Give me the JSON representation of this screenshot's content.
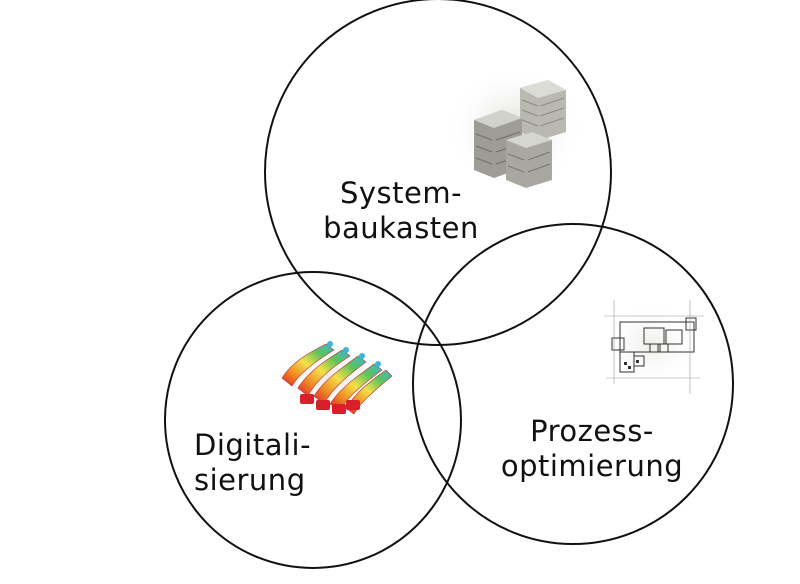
{
  "colors": {
    "outline": "#111111",
    "background": "#ffffff",
    "heat_red": "#d8202a",
    "heat_orange": "#f08a24",
    "heat_yellow": "#f4e04a",
    "heat_green": "#5cc45a",
    "heat_cyan": "#3ab6d6",
    "building_gray": "#8e8e86"
  },
  "circles": [
    {
      "id": "systembaukasten",
      "label_line1": "System-",
      "label_line2": "baukasten",
      "illustration": "modular-buildings-icon"
    },
    {
      "id": "digitalisierung",
      "label_line1": "Digitali-",
      "label_line2": "sierung",
      "illustration": "heatmap-simulation-icon"
    },
    {
      "id": "prozessoptimierung",
      "label_line1": "Prozess-",
      "label_line2": "optimierung",
      "illustration": "floor-plan-icon"
    }
  ]
}
